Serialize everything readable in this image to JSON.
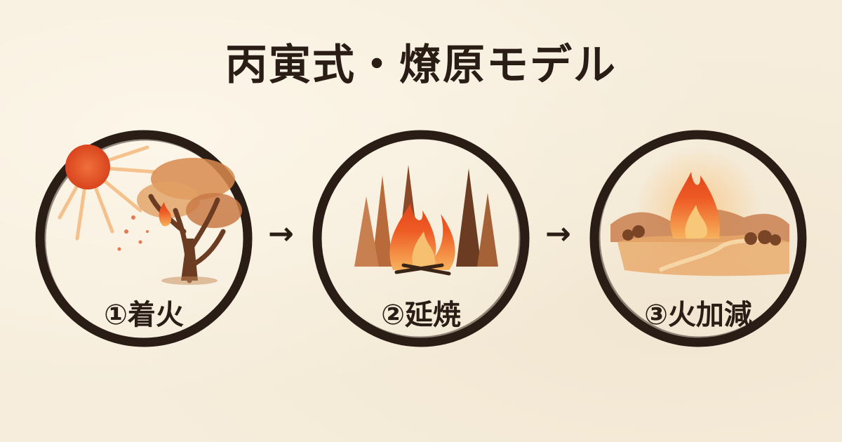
{
  "title": "丙寅式・燎原モデル",
  "stages": [
    {
      "label": "①着火",
      "scene": "sun-and-tree-igniting"
    },
    {
      "label": "②延焼",
      "scene": "forest-fire-spreading"
    },
    {
      "label": "③火加減",
      "scene": "controlled-flame-over-landscape"
    }
  ],
  "arrow_glyph": "→",
  "colors": {
    "ink": "#2a1d16",
    "flame": "#ef5a24",
    "flame_light": "#f7a75a",
    "sun": "#e8542a",
    "tree_brown": "#6b3b22",
    "leaf_orange": "#d8894c"
  }
}
